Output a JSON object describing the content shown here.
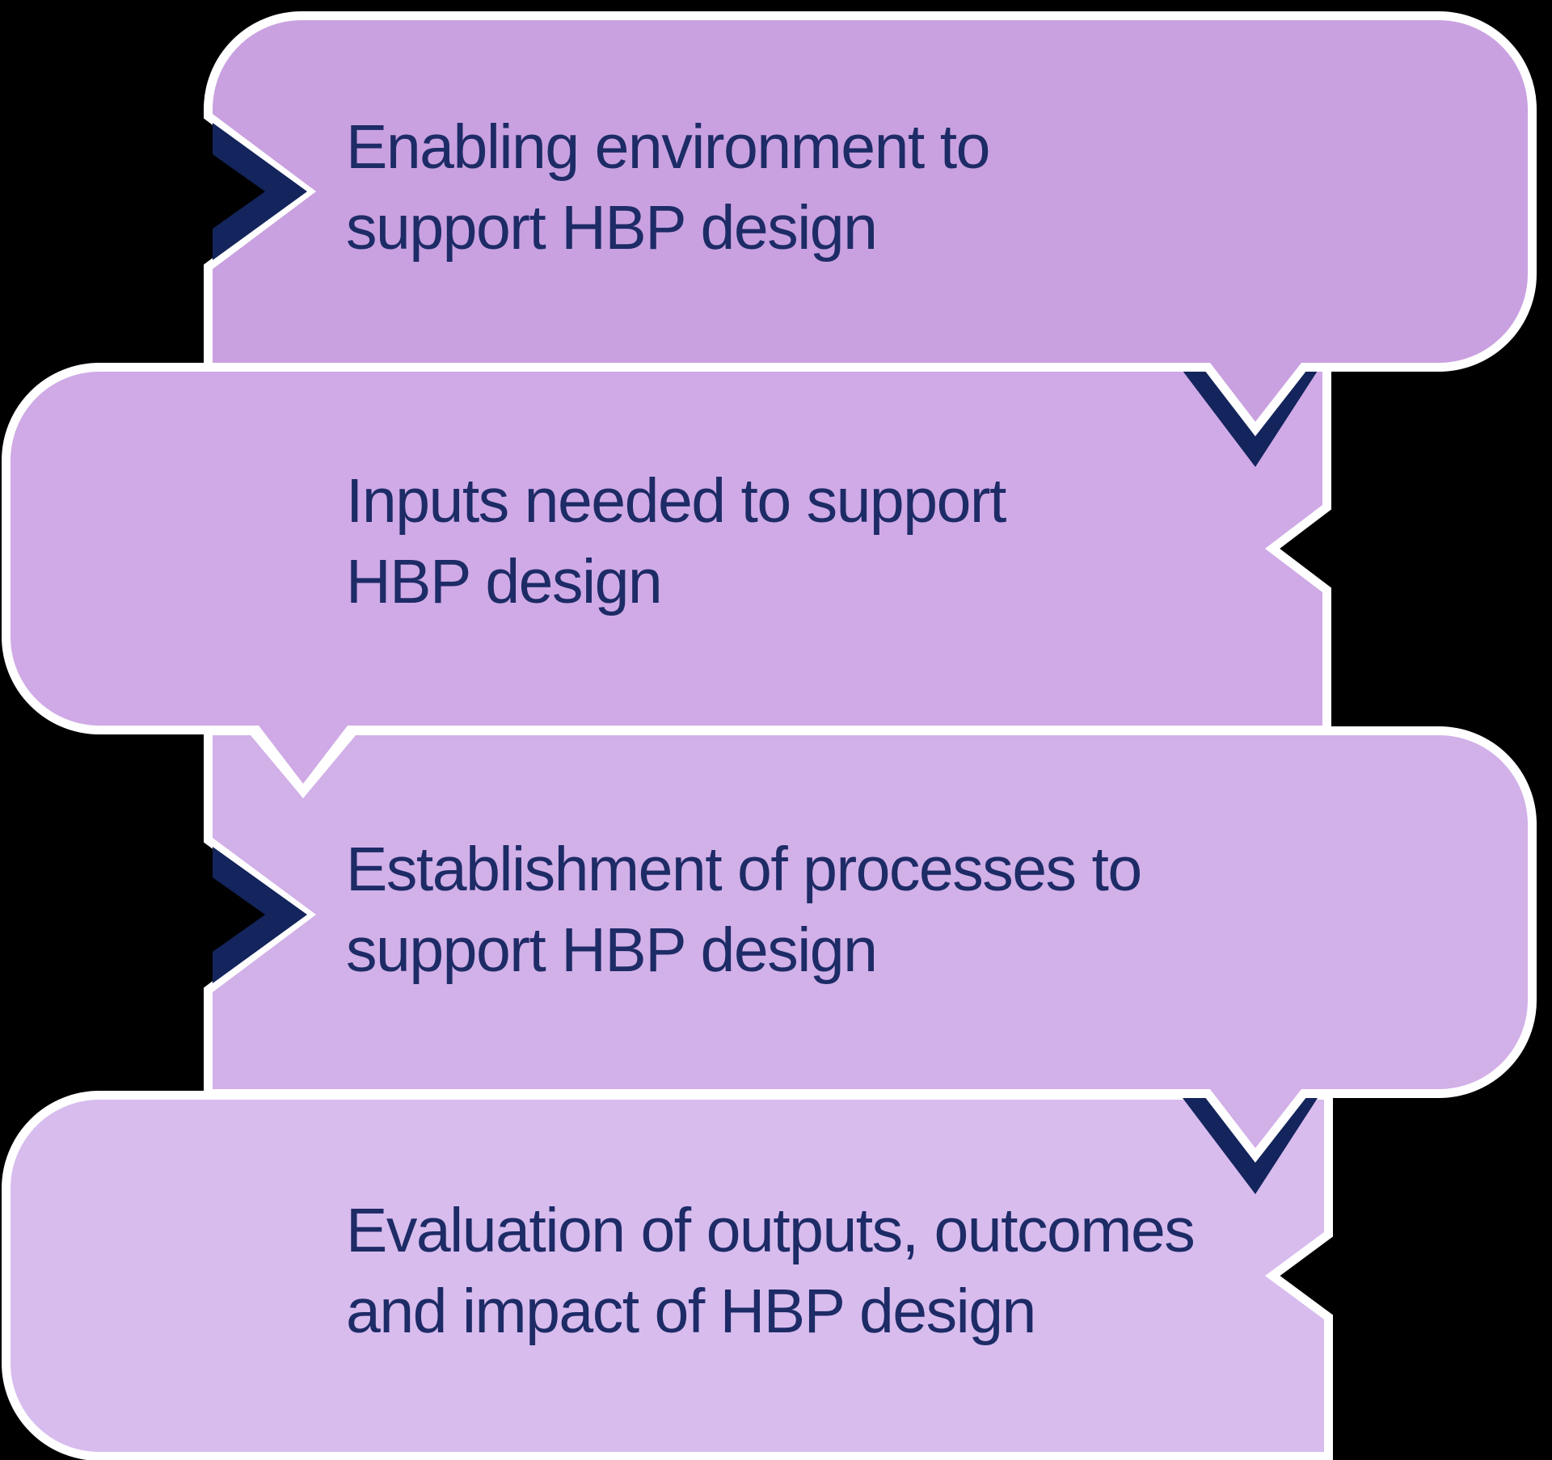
{
  "diagram": {
    "background_color": "#000000",
    "outline_color": "#ffffff",
    "chevron_color": "#14245c",
    "text_color": "#1d2b66",
    "boxes": [
      {
        "label": "Enabling environment to\nsupport HBP design",
        "fill": "#c9a1e0"
      },
      {
        "label": "Inputs needed to support\nHBP design",
        "fill": "#cfaae6"
      },
      {
        "label": "Establishment of processes to\nsupport HBP design",
        "fill": "#d2b0e8"
      },
      {
        "label": "Evaluation of outputs, outcomes\nand impact of HBP design",
        "fill": "#d8bcee"
      }
    ]
  }
}
